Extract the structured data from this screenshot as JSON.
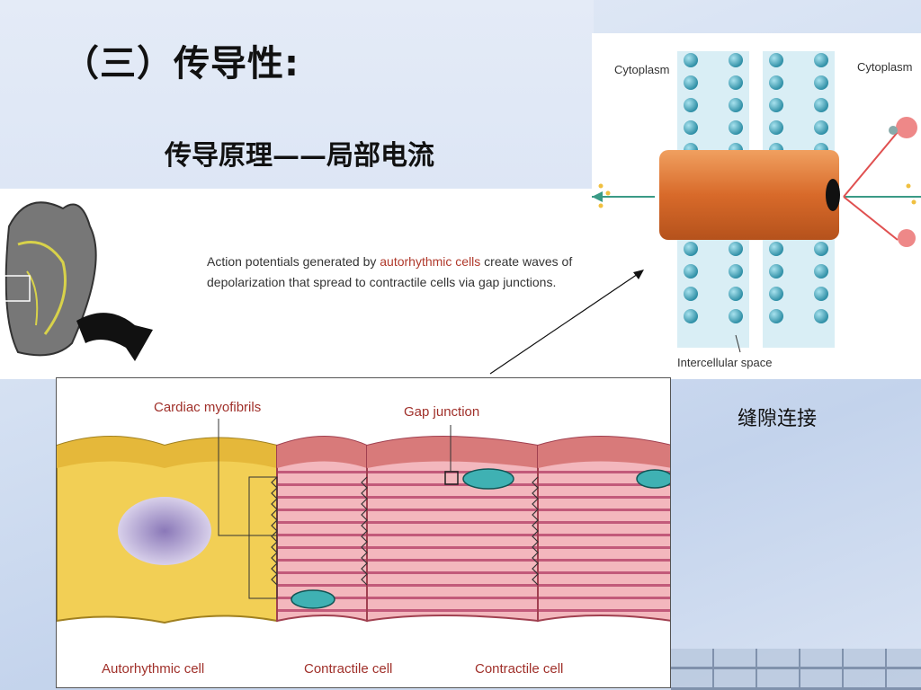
{
  "slide": {
    "title": "（三）传导性:",
    "subtitle": "传导原理——局部电流",
    "caption": {
      "part1": "Action potentials generated by ",
      "highlight": "autorhythmic cells",
      "part2": " create waves of depolarization that spread to contractile cells via gap junctions."
    },
    "gap_junction_cn_label": "缝隙连接"
  },
  "gap_diagram": {
    "cytoplasm_left": "Cytoplasm",
    "cytoplasm_right": "Cytoplasm",
    "intercellular_space": "Intercellular space"
  },
  "cells_diagram": {
    "cardiac_myofibrils": "Cardiac myofibrils",
    "gap_junction": "Gap junction",
    "autorhythmic_cell": "Autorhythmic cell",
    "contractile_cell_1": "Contractile cell",
    "contractile_cell_2": "Contractile cell"
  },
  "colors": {
    "highlight_text": "#b0392b",
    "channel_orange": "#e07a3a",
    "lipid_head_blue": "#4fb3c8",
    "autorhythmic_yellow": "#f2cf55",
    "contractile_pink": "#e9a0a8"
  }
}
